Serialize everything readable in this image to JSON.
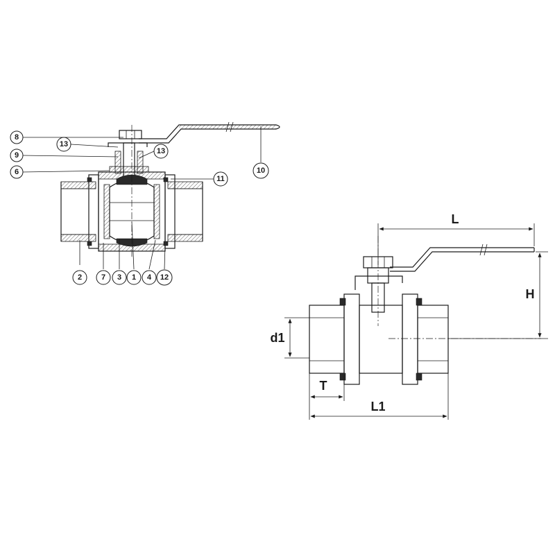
{
  "part_labels": {
    "p1": "1",
    "p2": "2",
    "p3": "3",
    "p4": "4",
    "p6": "6",
    "p7": "7",
    "p8": "8",
    "p9": "9",
    "p10": "10",
    "p11": "11",
    "p12": "12",
    "p13": "13"
  },
  "dimensions": {
    "L": "L",
    "H": "H",
    "d1": "d1",
    "T": "T",
    "L1": "L1"
  },
  "colors": {
    "line": "#1a1a1a",
    "background": "#ffffff"
  }
}
